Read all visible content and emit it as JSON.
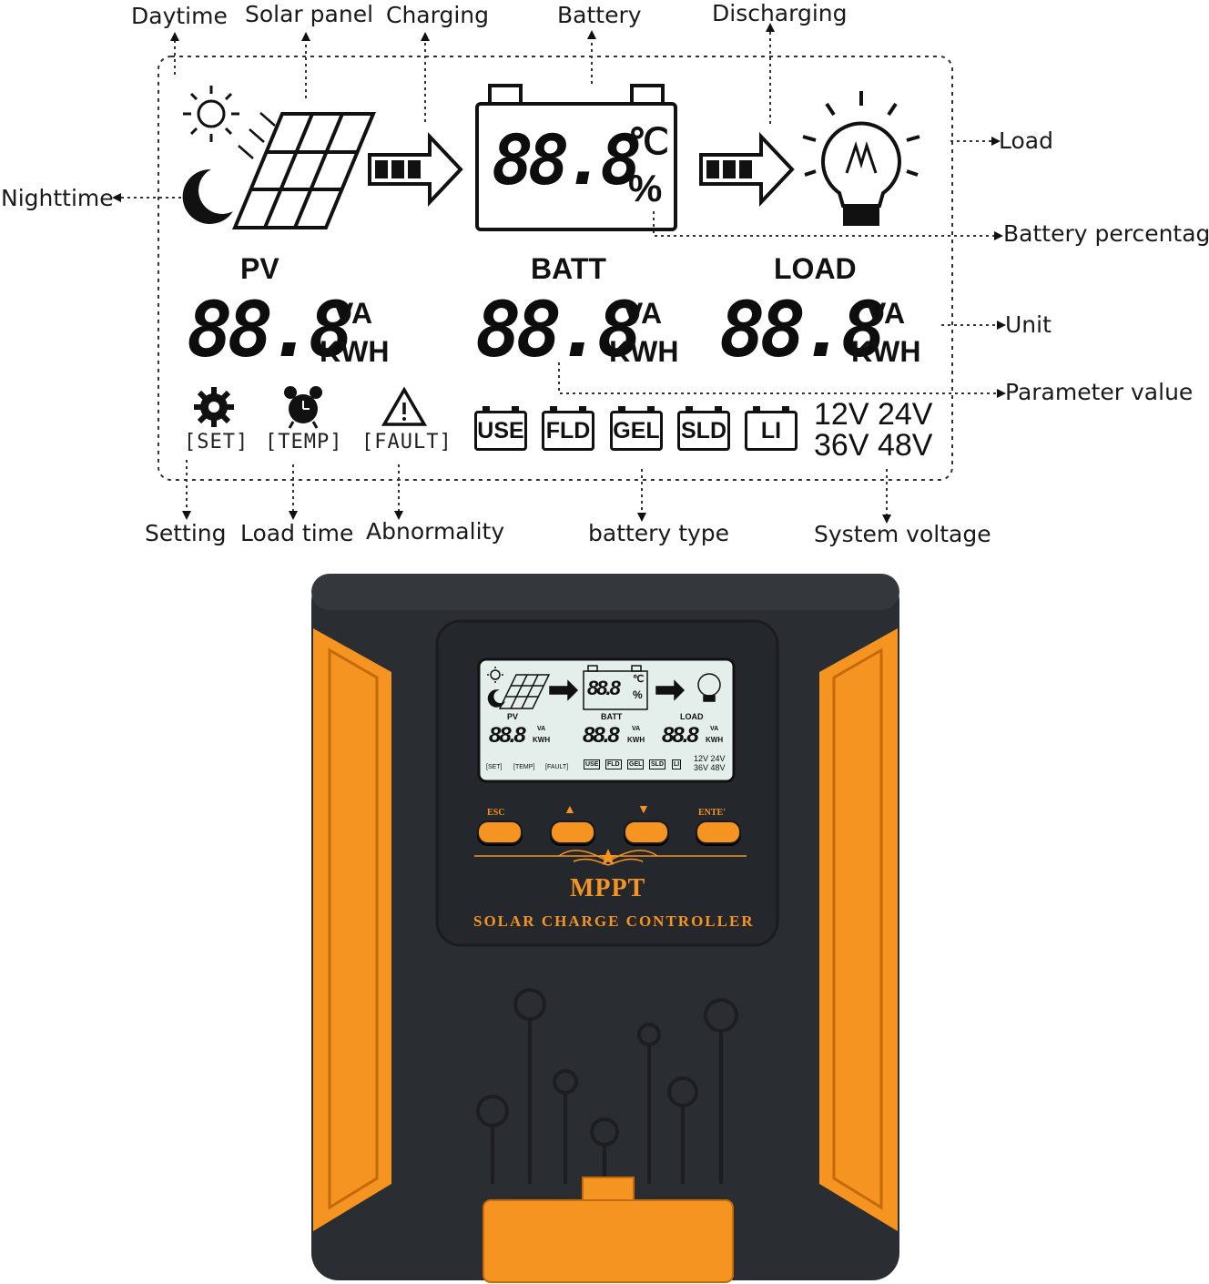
{
  "callouts": {
    "daytime": "Daytime",
    "solar_panel": "Solar panel",
    "charging": "Charging",
    "battery": "Battery",
    "discharging": "Discharging",
    "load": "Load",
    "nighttime": "Nighttime",
    "battery_percentage": "Battery percentage",
    "unit": "Unit",
    "parameter_value": "Parameter value",
    "setting": "Setting",
    "load_time": "Load time",
    "abnormality": "Abnormality",
    "battery_type": "battery type",
    "system_voltage": "System voltage"
  },
  "lcd": {
    "battery_value": "88.8",
    "celsius": "℃",
    "percent": "%",
    "pv_label": "PV",
    "batt_label": "BATT",
    "load_label": "LOAD",
    "pv_value": "88.8",
    "batt_value": "88.8",
    "load_value": "88.8",
    "unit_va": "VA",
    "unit_kwh": "KWH",
    "set": "[SET]",
    "temp": "[TEMP]",
    "fault": "[FAULT]",
    "battery_types": [
      "USE",
      "FLD",
      "GEL",
      "SLD",
      "LI"
    ],
    "voltages_row1": "12V 24V",
    "voltages_row2": "36V 48V"
  },
  "device": {
    "buttons": [
      "ESC",
      "▲",
      "▼",
      "ENTE'"
    ],
    "brand": "MPPT",
    "subtitle": "SOLAR CHARGE CONTROLLER",
    "colors": {
      "accent": "#f59420",
      "body": "#2a2d31",
      "lcd": "#e4eeea"
    }
  }
}
